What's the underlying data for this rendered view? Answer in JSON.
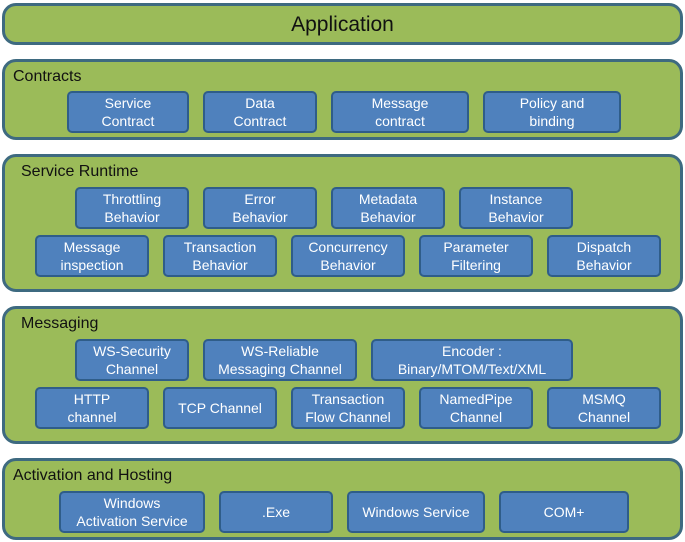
{
  "application": {
    "title": "Application"
  },
  "contracts": {
    "title": "Contracts",
    "boxes": [
      "Service\nContract",
      "Data\nContract",
      "Message\ncontract",
      "Policy and\nbinding"
    ]
  },
  "service_runtime": {
    "title": "Service Runtime",
    "row1": [
      "Throttling\nBehavior",
      "Error\nBehavior",
      "Metadata\nBehavior",
      "Instance\nBehavior"
    ],
    "row2": [
      "Message\ninspection",
      "Transaction\nBehavior",
      "Concurrency\nBehavior",
      "Parameter\nFiltering",
      "Dispatch\nBehavior"
    ]
  },
  "messaging": {
    "title": "Messaging",
    "row1": [
      "WS-Security\nChannel",
      "WS-Reliable\nMessaging Channel",
      "Encoder :\nBinary/MTOM/Text/XML"
    ],
    "row2": [
      "HTTP\nchannel",
      "TCP Channel",
      "Transaction\nFlow Channel",
      "NamedPipe\nChannel",
      "MSMQ\nChannel"
    ]
  },
  "activation_hosting": {
    "title": "Activation and Hosting",
    "boxes": [
      "Windows\nActivation Service",
      ".Exe",
      "Windows Service",
      "COM+"
    ]
  },
  "colors": {
    "layer_fill": "#9bbb59",
    "layer_border": "#3e6a80",
    "box_fill": "#4f81bd",
    "box_border": "#2f5d89"
  }
}
